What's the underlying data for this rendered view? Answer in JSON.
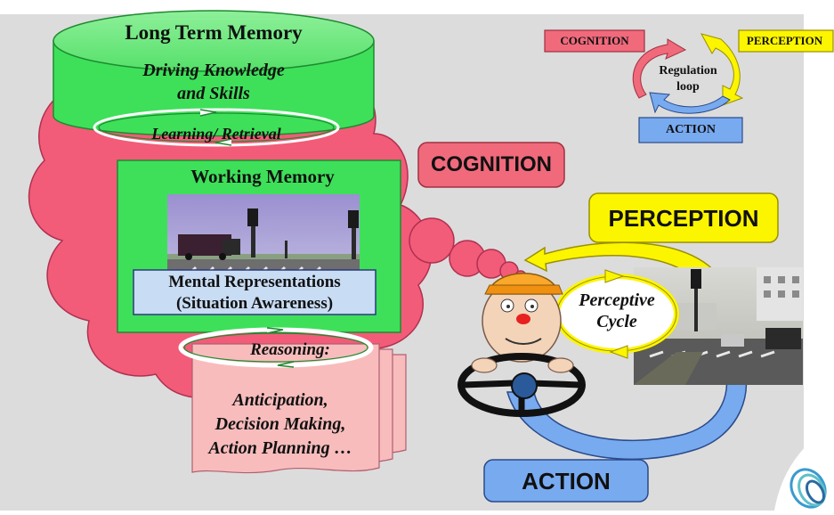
{
  "long_term_memory": {
    "title": "Long Term Memory",
    "line1": "Driving Knowledge",
    "line2": "and Skills",
    "loop_label": "Learning/ Retrieval"
  },
  "working_memory": {
    "title": "Working Memory",
    "mental_line1": "Mental Representations",
    "mental_line2": "(Situation Awareness)"
  },
  "reasoning": {
    "label": "Reasoning:",
    "line1": "Anticipation,",
    "line2": "Decision Making,",
    "line3": "Action Planning …"
  },
  "labels": {
    "cognition": "COGNITION",
    "perception": "PERCEPTION",
    "action": "ACTION",
    "perceptive_line1": "Perceptive",
    "perceptive_line2": "Cycle"
  },
  "regulation": {
    "cognition": "COGNITION",
    "perception": "PERCEPTION",
    "action": "ACTION",
    "line1": "Regulation",
    "line2": "loop"
  },
  "colors": {
    "background": "#dcdcdc",
    "cognition_red": "#f06a7c",
    "cloud_pink": "#f25c78",
    "memory_green": "#3ee05a",
    "perception_yellow": "#fcf500",
    "action_blue": "#78aaf0",
    "reasoning_pink": "#f8bcbc"
  }
}
